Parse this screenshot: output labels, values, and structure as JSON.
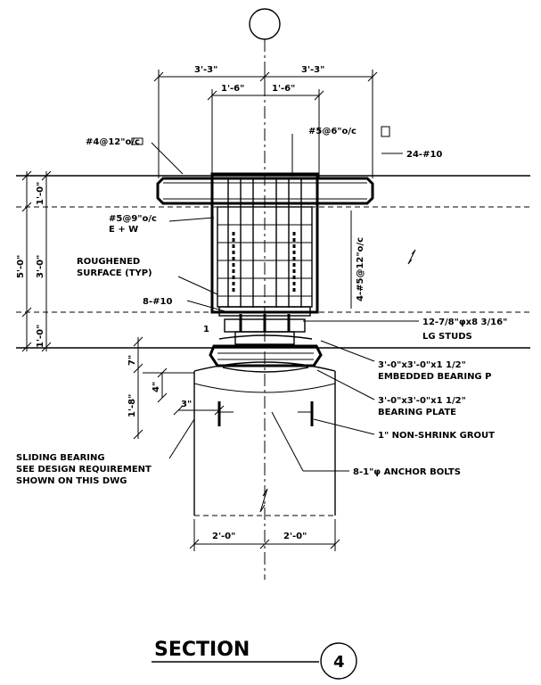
{
  "dimensions": {
    "top_left": "3'-3\"",
    "top_right": "3'-3\"",
    "inner_left": "1'-6\"",
    "inner_right": "1'-6\"",
    "left_1": "1'-0\"",
    "left_2": "3'-0\"",
    "left_3": "1'-0\"",
    "left_total": "5'-0\"",
    "pier_7": "7\"",
    "pier_4": "4\"",
    "pier_18": "1'-8\"",
    "pier_3": "3\"",
    "bottom_left": "2'-0\"",
    "bottom_right": "2'-0\"",
    "vertical_bars": "4-#5@12\"o/c"
  },
  "callouts": {
    "top_bar": "#4@12\"o/c",
    "stirrup": "#5@6\"o/c",
    "right_top": "24-#10",
    "ties_1": "#5@9\"o/c",
    "ties_2": "E + W",
    "roughened_1": "ROUGHENED",
    "roughened_2": "SURFACE (TYP)",
    "bars_8": "8-#10",
    "studs_1": "12-7/8\"φx8 3/16\"",
    "studs_2": "LG STUDS",
    "embedded_1": "3'-0\"x3'-0\"x1 1/2\"",
    "embedded_2": "EMBEDDED BEARING P",
    "plate_1": "3'-0\"x3'-0\"x1 1/2\"",
    "plate_2": "BEARING PLATE",
    "grout": "1\" NON-SHRINK GROUT",
    "sliding_1": "SLIDING BEARING",
    "sliding_2": "SEE DESIGN REQUIREMENT",
    "sliding_3": "SHOWN ON THIS DWG",
    "anchor": "8-1\"φ ANCHOR BOLTS",
    "mark_1": "1"
  },
  "section": {
    "title": "SECTION",
    "number": "4"
  }
}
